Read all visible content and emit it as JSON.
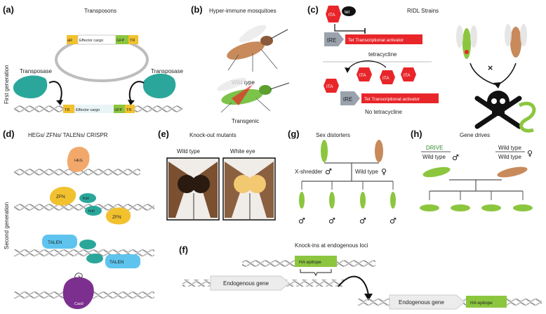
{
  "panels": {
    "a": {
      "letter": "(a)",
      "title": "Transposons",
      "transposase_left": "Transposase",
      "transposase_right": "Transposase",
      "plasmid_aR": "aR",
      "plasmid_cargo": "Effector cargo",
      "plasmid_gfp": "GFP",
      "plasmid_tr": "TR",
      "genome_tr1": "TR",
      "genome_cargo": "Effector cargo",
      "genome_gfp": "GFP",
      "genome_tr2": "TR"
    },
    "b": {
      "letter": "(b)",
      "title": "Hyper-immune mosquitoes",
      "wild": "Wild type",
      "transgenic": "Transgenic"
    },
    "c": {
      "letter": "(c)",
      "title": "RIDL Strains",
      "tta": "tTA",
      "tet": "tet",
      "tre": "tRE",
      "activator": "Tet Transcriptional activator",
      "tetracycline": "tetracycline",
      "no_tetracycline": "No tetracycline",
      "cross": "×"
    },
    "d": {
      "letter": "(d)",
      "title": "HEGs/ ZFNs/ TALENs/ CRISPR",
      "heg": "HEG",
      "zfn": "ZFN",
      "talen": "TALEN",
      "cas9": "Cas9",
      "fok1": "fokI"
    },
    "e": {
      "letter": "(e)",
      "title": "Knock-out mutants",
      "wild": "Wild type",
      "white": "White eye"
    },
    "f": {
      "letter": "(f)",
      "title": "Knock-ins at endogenous loci",
      "ha": "HA epitope",
      "gene": "Endogenous gene"
    },
    "g": {
      "letter": "(g)",
      "title": "Sex distorters",
      "xshredder": "X-shredder",
      "wild": "Wild type",
      "male": "♂",
      "female": "♀"
    },
    "h": {
      "letter": "(h)",
      "title": "Gene drives",
      "drive": "DRIVE",
      "wild": "Wild type",
      "male": "♂",
      "female": "♀"
    },
    "side": {
      "first": "First generation",
      "second": "Second generation"
    }
  },
  "colors": {
    "teal": "#2aa79a",
    "red": "#e8262a",
    "yellow": "#f2c12e",
    "green": "#8cc63f",
    "blue": "#5ec4ee",
    "purple": "#7d2f8f",
    "orange": "#f3a86b",
    "gray": "#b9b9b9"
  }
}
